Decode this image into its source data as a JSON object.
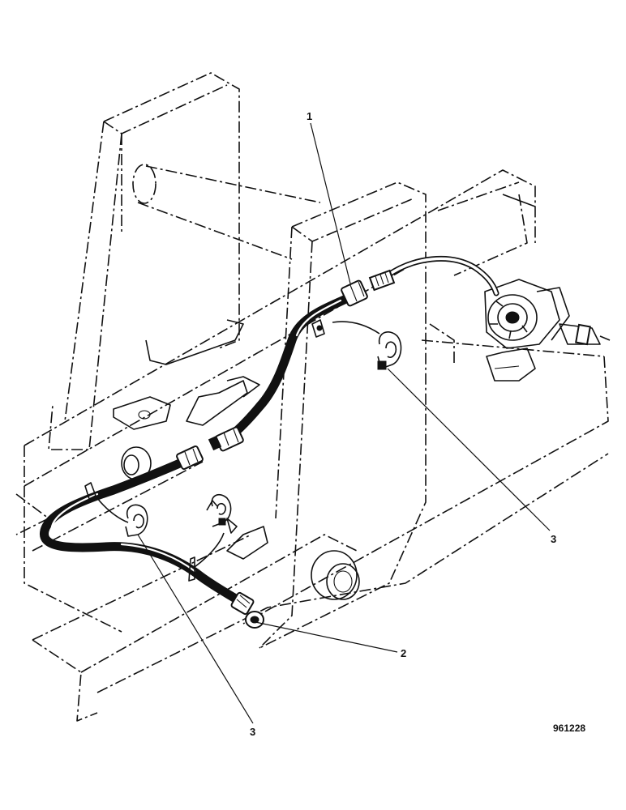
{
  "diagram": {
    "callouts": {
      "c1": "1",
      "c2": "2",
      "c3_right": "3",
      "c3_bottom": "3"
    },
    "reference_number": "961228"
  }
}
